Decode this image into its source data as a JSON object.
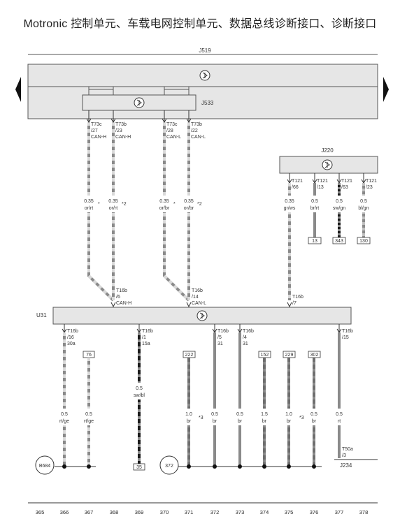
{
  "title": "Motronic 控制单元、车载电网控制单元、数据总线诊断接口、诊断接口",
  "components": {
    "j519": "J519",
    "j533": "J533",
    "j220": "J220",
    "u31": "U31",
    "j234": "J234",
    "b684": "B684",
    "ground_372": "372"
  },
  "j533_pins": [
    [
      "T73c",
      "/27",
      "CAN-H"
    ],
    [
      "T73b",
      "/23",
      "CAN-H"
    ],
    [
      "T73c",
      "/28",
      "CAN-L"
    ],
    [
      "T73b",
      "/22",
      "CAN-L"
    ]
  ],
  "j533_wires": [
    {
      "size": "0.35",
      "color": "or/rt",
      "note": "*"
    },
    {
      "size": "0.35",
      "color": "or/rt",
      "note": "*2"
    },
    {
      "size": "0.35",
      "color": "or/br",
      "note": "*"
    },
    {
      "size": "0.35",
      "color": "or/br",
      "note": "*2"
    }
  ],
  "u31_top_pins": [
    [
      "T16b",
      "/6",
      "CAN-H"
    ],
    [
      "T16b",
      "/14",
      "CAN-L"
    ],
    [
      "T16b",
      "/7",
      ""
    ]
  ],
  "j220_pins": [
    [
      "T121",
      "/66"
    ],
    [
      "T121",
      "/13"
    ],
    [
      "T121",
      "/63"
    ],
    [
      "T121",
      "/23"
    ]
  ],
  "j220_wires": [
    {
      "size": "0.35",
      "color": "gr/ws"
    },
    {
      "size": "0.5",
      "color": "br/rt"
    },
    {
      "size": "0.5",
      "color": "sw/gn"
    },
    {
      "size": "0.5",
      "color": "bl/gn"
    }
  ],
  "j220_refs": [
    "13",
    "343",
    "130"
  ],
  "u31_bottom_pins": [
    [
      "T16b",
      "/16",
      "30a"
    ],
    [
      "T16b",
      "/1",
      "15a"
    ],
    [
      "T16b",
      "/5",
      "31"
    ],
    [
      "T16b",
      "/4",
      "31"
    ],
    [
      "T16b",
      "/15",
      ""
    ]
  ],
  "lower_refs": [
    "76",
    "222",
    "152",
    "229",
    "302"
  ],
  "lower_wires": [
    {
      "size": "0.5",
      "color": "rt/ge"
    },
    {
      "size": "0.5",
      "color": "rt/ge"
    },
    {
      "size": "0.5",
      "color": "sw/bl"
    },
    {
      "size": "1.0",
      "color": "br",
      "note": "*3"
    },
    {
      "size": "0.5",
      "color": "br"
    },
    {
      "size": "0.5",
      "color": "br"
    },
    {
      "size": "1.5",
      "color": "br"
    },
    {
      "size": "1.0",
      "color": "br",
      "note": "*3"
    },
    {
      "size": "0.5",
      "color": "br"
    },
    {
      "size": "0.5",
      "color": "rt"
    }
  ],
  "ref_35": "35",
  "j234_pin": [
    "T50a",
    "/3"
  ],
  "column_numbers": [
    "365",
    "366",
    "367",
    "368",
    "369",
    "370",
    "371",
    "372",
    "373",
    "374",
    "375",
    "376",
    "377",
    "378"
  ],
  "colors": {
    "wire_grey": "#8a8a8a",
    "wire_light": "#d9d9d9",
    "wire_black": "#1a1a1a",
    "box_fill": "#e6e6e6",
    "border": "#555555"
  }
}
